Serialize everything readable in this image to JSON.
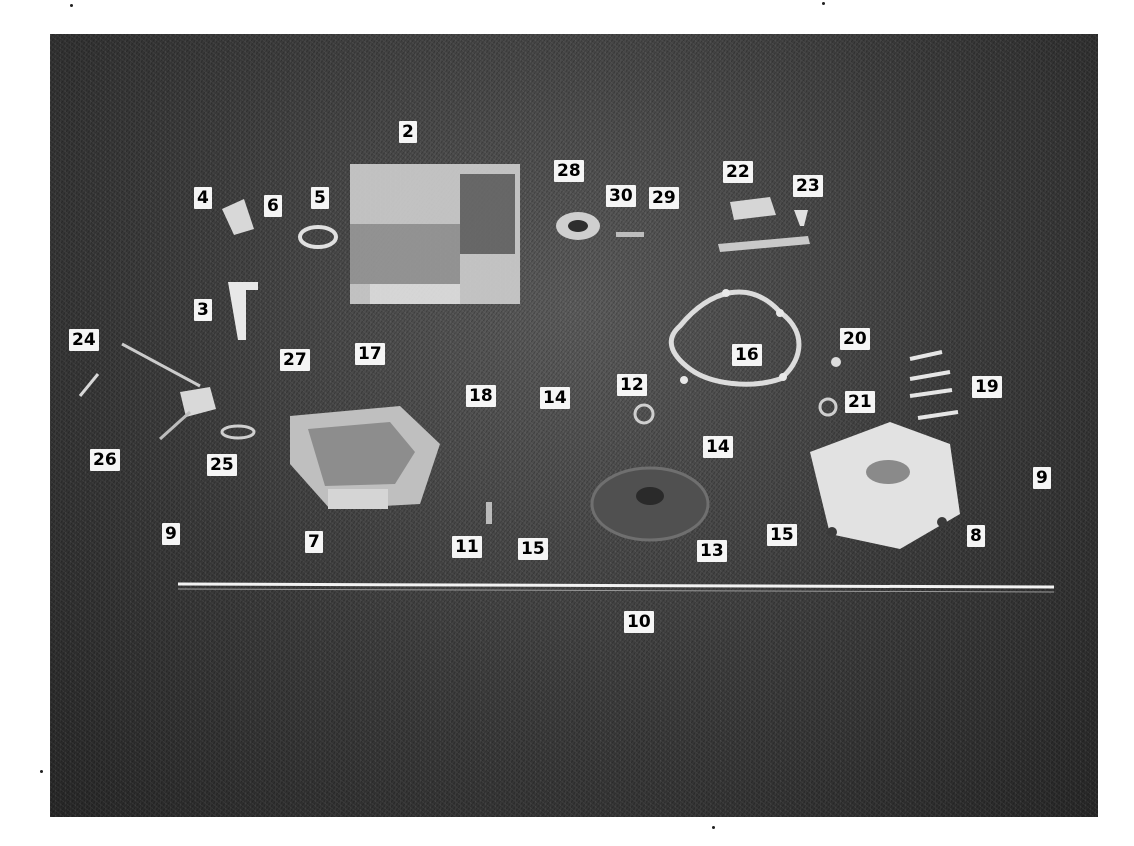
{
  "callouts": {
    "c2": "2",
    "c3": "3",
    "c4": "4",
    "c5": "5",
    "c6": "6",
    "c7": "7",
    "c8": "8",
    "c9a": "9",
    "c9b": "9",
    "c10": "10",
    "c11": "11",
    "c12": "12",
    "c13": "13",
    "c14a": "14",
    "c14b": "14",
    "c15a": "15",
    "c15b": "15",
    "c16": "16",
    "c17": "17",
    "c18": "18",
    "c19": "19",
    "c20": "20",
    "c21": "21",
    "c22": "22",
    "c23": "23",
    "c24": "24",
    "c25": "25",
    "c26": "26",
    "c27": "27",
    "c28": "28",
    "c29": "29",
    "c30": "30"
  }
}
